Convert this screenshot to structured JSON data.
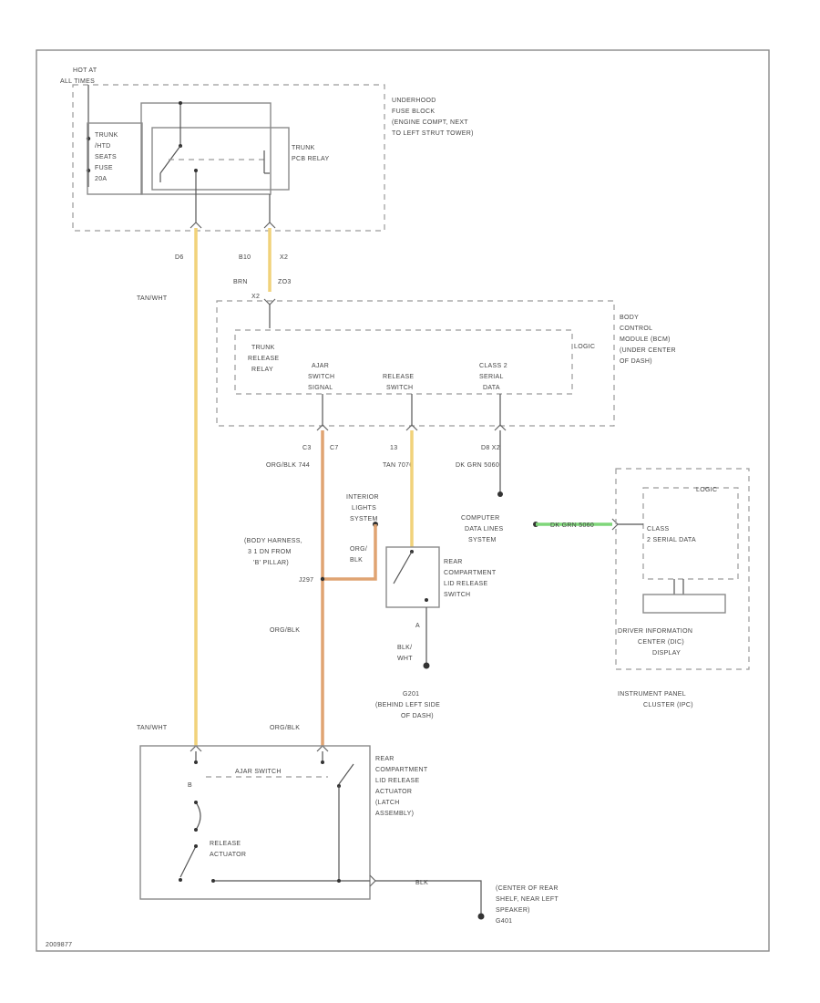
{
  "diagram": {
    "fuse_block": {
      "hot": [
        "HOT AT",
        "ALL TIMES"
      ],
      "title": [
        "UNDERHOOD",
        "FUSE BLOCK",
        "(ENGINE COMPT, NEXT",
        "TO LEFT STRUT TOWER)"
      ],
      "fuse": [
        "TRUNK",
        "/HTD",
        "SEATS",
        "FUSE",
        "20A"
      ],
      "relay": [
        "TRUNK",
        "PCB RELAY"
      ],
      "pin_left": "D6",
      "pin_right": [
        "B10",
        "X2"
      ]
    },
    "bcm": {
      "conn_top": [
        "BRN",
        "ZO3"
      ],
      "conn_top_pin": "X2",
      "title": [
        "BODY",
        "CONTROL",
        "MODULE (BCM)",
        "(UNDER CENTER",
        "OF DASH)"
      ],
      "logic": "LOGIC",
      "trunk_release": [
        "TRUNK",
        "RELEASE",
        "RELAY"
      ],
      "ajar_switch": [
        "AJAR",
        "SWITCH",
        "SIGNAL"
      ],
      "release_switch": [
        "RELEASE",
        "SWITCH"
      ],
      "class_serial": [
        "CLASS 2",
        "SERIAL",
        "DATA"
      ],
      "pins": [
        "C3",
        "C7",
        "13",
        "D8 X2"
      ],
      "wires": [
        "ORG/BLK 744",
        "TAN 7076",
        "DK GRN 5060"
      ]
    },
    "wire_labels": {
      "tan_top": "TAN/WHT",
      "tan_bottom": "TAN/WHT",
      "org_blk_mid": "ORG/BLK",
      "org_blk_bottom": "ORG/BLK",
      "org_blk_splice": [
        "ORG/",
        "BLK"
      ],
      "blk_wht": [
        "BLK/",
        "WHT"
      ],
      "blk_ground": "BLK",
      "green_data": "DK GRN 5060"
    },
    "interior_lights": [
      "INTERIOR",
      "LIGHTS",
      "SYSTEM"
    ],
    "computer_data": [
      "COMPUTER",
      "DATA LINES",
      "SYSTEM"
    ],
    "body_harness": [
      "(BODY HARNESS,",
      "3 1 DN FROM",
      "'B' PILLAR)",
      "J297"
    ],
    "rear_switch": [
      "REAR",
      "COMPARTMENT",
      "LID RELEASE",
      "SWITCH"
    ],
    "switch_pin": "A",
    "ground_g201": [
      "G201",
      "(BEHIND LEFT SIDE",
      "OF DASH)"
    ],
    "ipc": {
      "logic": "LOGIC",
      "class2": [
        "CLASS",
        "2 SERIAL DATA"
      ],
      "dic": [
        "DRIVER INFORMATION",
        "CENTER (DIC)",
        "DISPLAY"
      ],
      "title": [
        "INSTRUMENT PANEL",
        "CLUSTER (IPC)"
      ]
    },
    "actuator": {
      "ajar_switch": "AJAR SWITCH",
      "pin_b": "B",
      "release_actuator": [
        "RELEASE",
        "ACTUATOR"
      ],
      "title": [
        "REAR",
        "COMPARTMENT",
        "LID RELEASE",
        "ACTUATOR",
        "(LATCH",
        "ASSEMBLY)"
      ]
    },
    "ground_rear": [
      "(CENTER OF REAR",
      "SHELF, NEAR LEFT",
      "SPEAKER)",
      "G401"
    ],
    "figure_id": "2009877"
  }
}
